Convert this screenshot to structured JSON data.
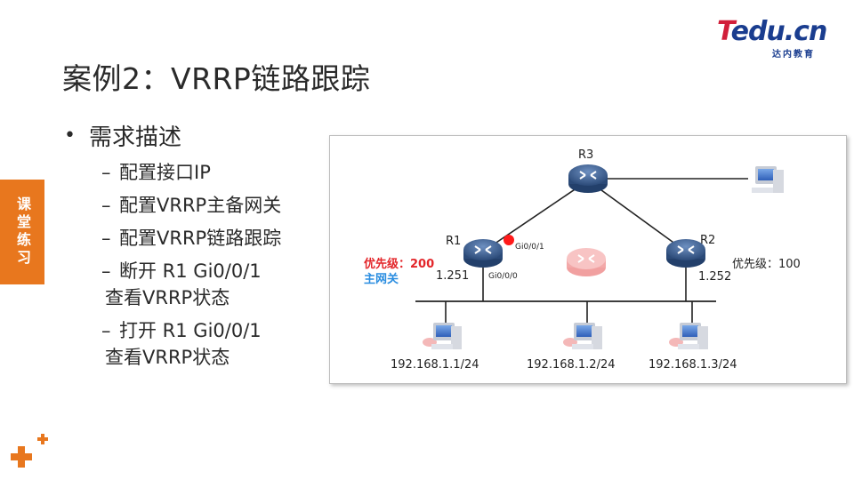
{
  "title": "案例2：VRRP链路跟踪",
  "logo": {
    "brand_t": "T",
    "brand_rest": "edu.cn",
    "sub": "达内教育"
  },
  "side_tab": "课堂练习",
  "bullets": {
    "heading": "需求描述",
    "items": [
      {
        "line1": "配置接口IP"
      },
      {
        "line1": "配置VRRP主备网关"
      },
      {
        "line1": "配置VRRP链路跟踪"
      },
      {
        "line1": "断开 R1 Gi0/0/1",
        "line2": "查看VRRP状态"
      },
      {
        "line1": "打开 R1 Gi0/0/1",
        "line2": "查看VRRP状态"
      }
    ]
  },
  "diagram": {
    "r3_label": "R3",
    "r1_label": "R1",
    "r2_label": "R2",
    "r1_priority": "优先级：200",
    "r1_role": "主网关",
    "r1_addr": "1.251",
    "r2_priority": "优先级：100",
    "r2_addr": "1.252",
    "r1_up_port": "Gi0/0/1",
    "r1_down_port": "Gi0/0/0",
    "hosts": [
      "192.168.1.1/24",
      "192.168.1.2/24",
      "192.168.1.3/24"
    ],
    "colors": {
      "router": "#3b5a86",
      "link_down": "#ff1a1a",
      "virtual_router": "#f6a5a5",
      "accent": "#e8771e"
    },
    "icons": [
      "router-icon",
      "pc-icon",
      "virtual-router-icon"
    ]
  }
}
